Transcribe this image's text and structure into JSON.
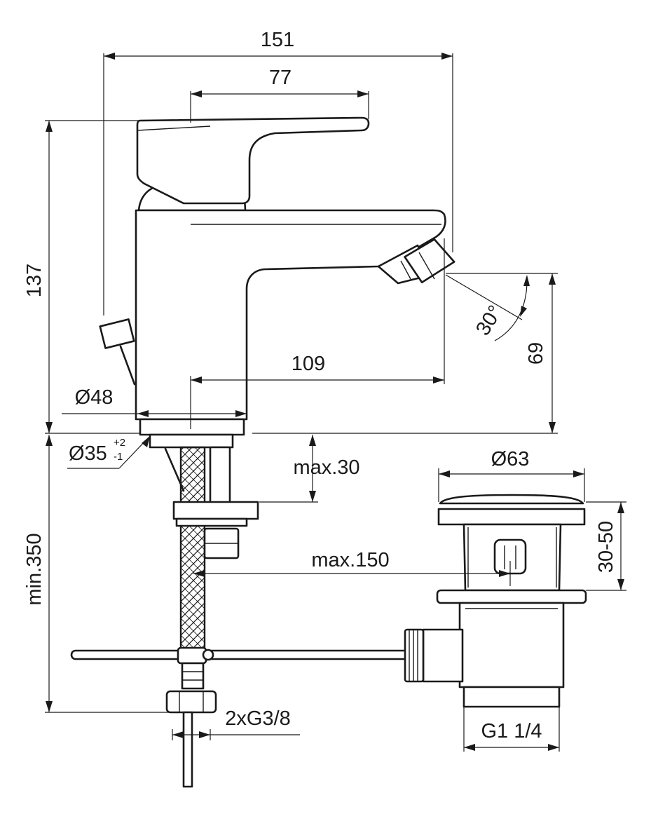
{
  "dimensions": {
    "overall_width": "151",
    "lever_length": "77",
    "height": "137",
    "spout_height": "69",
    "spray_angle": "30°",
    "spout_reach": "109",
    "base_diameter": "Ø48",
    "hole_diameter": "Ø35",
    "hole_tol_plus": "+2",
    "hole_tol_minus": "-1",
    "max_deck_thickness": "max.30",
    "min_hose_length": "min.350",
    "max_rod_offset": "max.150",
    "waste_diameter": "Ø63",
    "waste_range": "30-50",
    "connections": "2xG3/8",
    "waste_thread": "G1 1/4"
  },
  "colors": {
    "line": "#1a1a1a",
    "background": "#ffffff"
  }
}
